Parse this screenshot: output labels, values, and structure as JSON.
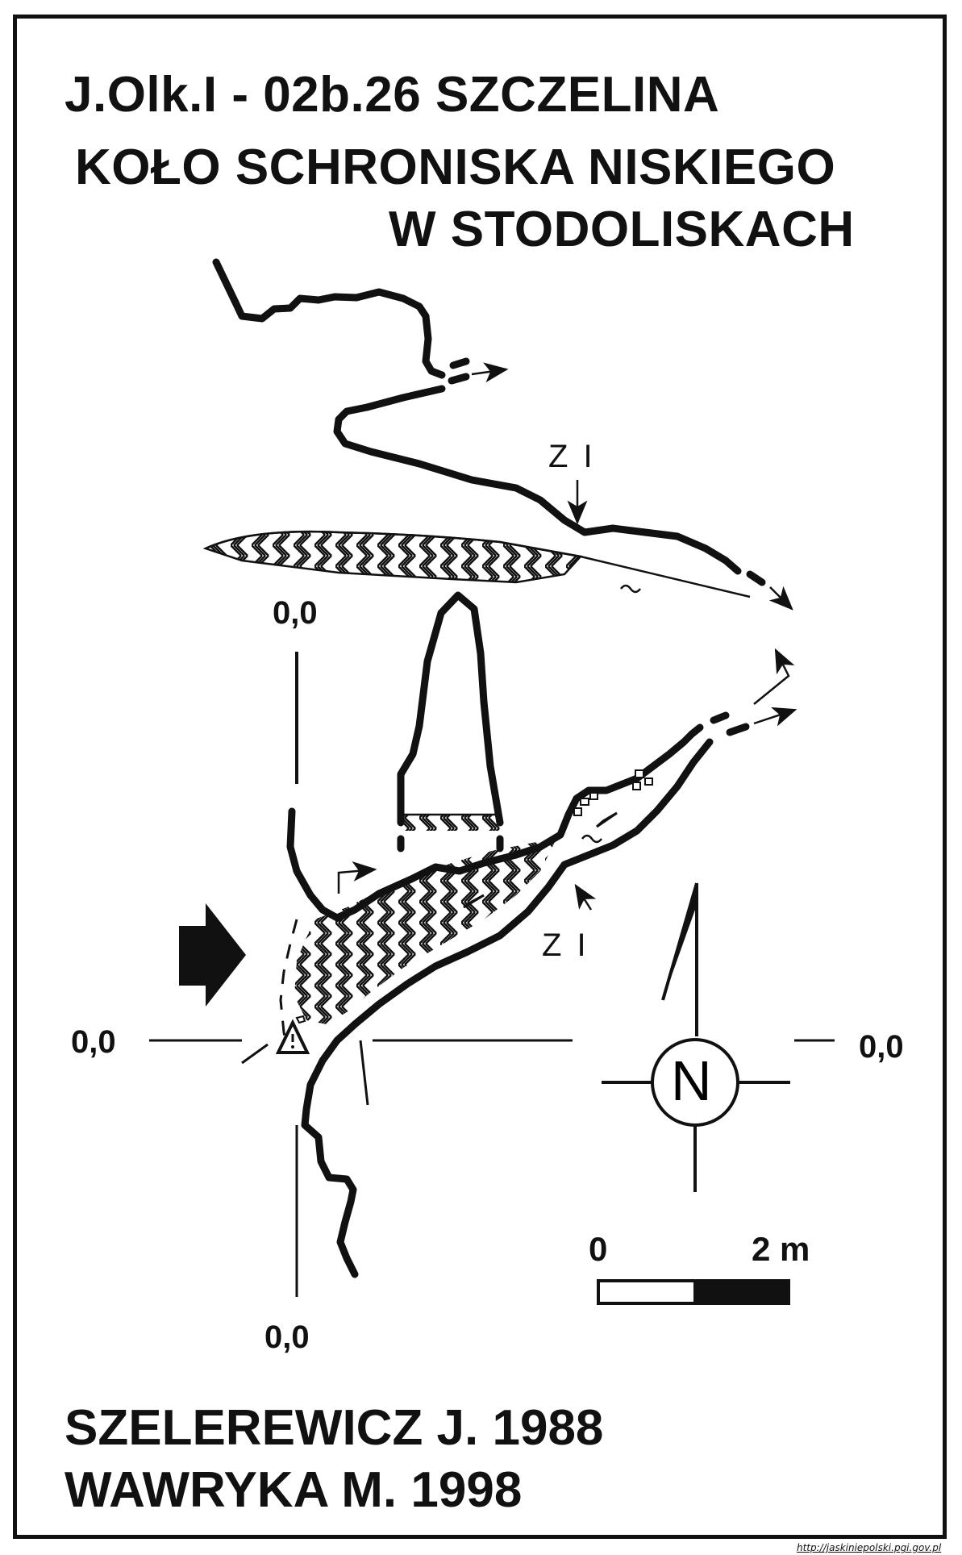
{
  "title": {
    "line1": "J.Olk.I - 02b.26  SZCZELINA",
    "line2": "KOŁO SCHRONISKA NISKIEGO",
    "line3": "W STODOLISKACH"
  },
  "coordinates": {
    "top": "0,0",
    "left": "0,0",
    "right": "0,0",
    "bottom": "0,0"
  },
  "zl_labels": {
    "upper": "Z I",
    "lower": "Z I"
  },
  "north": {
    "letter": "N"
  },
  "scale": {
    "start_label": "0",
    "end_label": "2 m"
  },
  "authors": {
    "line1": "SZELEREWICZ J. 1988",
    "line2": "WAWRYKA M. 1998"
  },
  "source_url": "http://jaskiniepolski.pgi.gov.pl"
}
